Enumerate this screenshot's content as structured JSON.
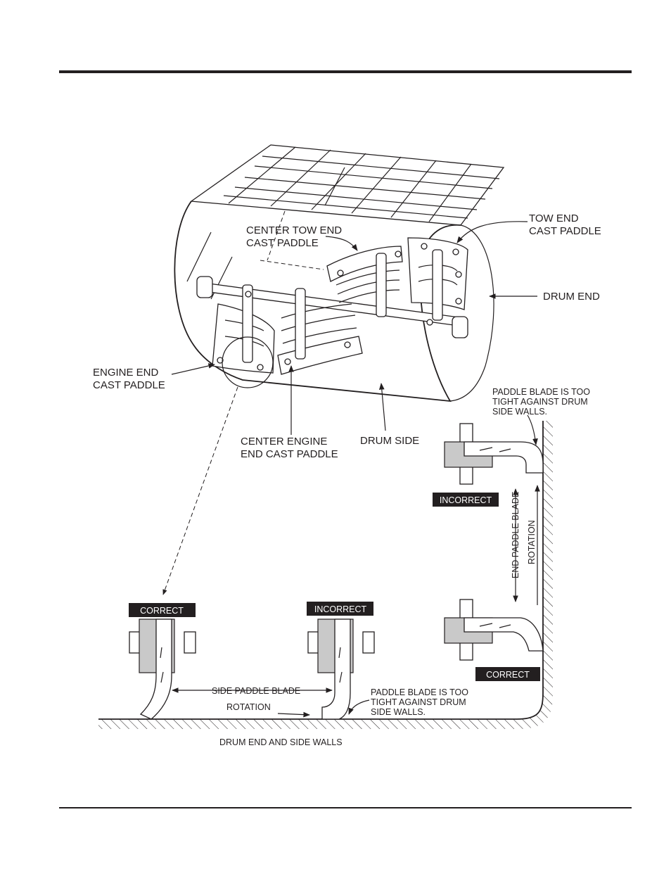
{
  "labels": {
    "center_tow_end": [
      "CENTER TOW END",
      "CAST PADDLE"
    ],
    "tow_end": [
      "TOW END",
      "CAST PADDLE"
    ],
    "drum_end": "DRUM END",
    "engine_end": [
      "ENGINE END",
      "CAST PADDLE"
    ],
    "center_engine_end": [
      "CENTER ENGINE",
      "END CAST PADDLE"
    ],
    "drum_side": "DRUM SIDE",
    "too_tight_top": [
      "PADDLE BLADE IS TOO",
      "TIGHT AGAINST DRUM",
      "SIDE WALLS."
    ],
    "incorrect_top": "INCORRECT",
    "end_paddle_blade": "END PADDLE BLADE",
    "rotation_vertical": "ROTATION",
    "correct_right": "CORRECT",
    "correct_left": "CORRECT",
    "incorrect_mid": "INCORRECT",
    "side_paddle_blade": "SIDE PADDLE BLADE",
    "rotation_horizontal": "ROTATION",
    "too_tight_bottom": [
      "PADDLE BLADE IS TOO",
      "TIGHT AGAINST DRUM",
      "SIDE WALLS."
    ],
    "walls": "DRUM END AND SIDE WALLS"
  },
  "colors": {
    "ink": "#231f20",
    "paper": "#ffffff",
    "shade": "#c9c9c9"
  }
}
